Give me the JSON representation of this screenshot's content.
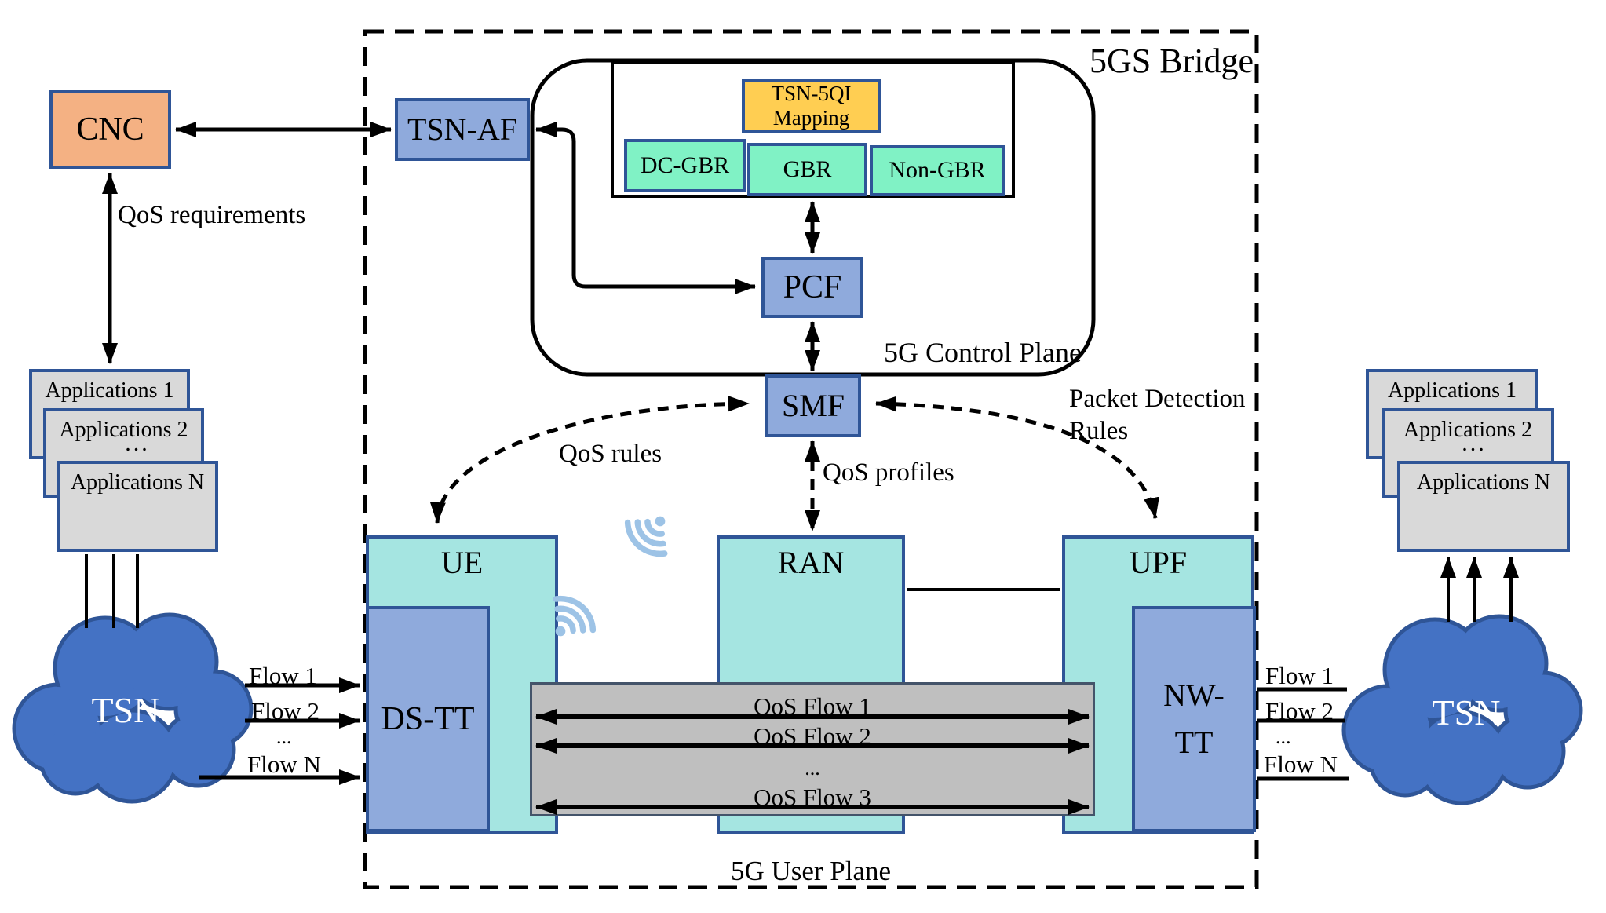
{
  "regions": {
    "bridge_label": "5GS Bridge",
    "control_plane_label": "5G Control Plane",
    "user_plane_label": "5G User Plane"
  },
  "nodes": {
    "cnc": "CNC",
    "tsn_af": "TSN-AF",
    "tsn_5qi_mapping": {
      "line1": "TSN-5QI",
      "line2": "Mapping"
    },
    "dc_gbr": "DC-GBR",
    "gbr": "GBR",
    "non_gbr": "Non-GBR",
    "pcf": "PCF",
    "smf": "SMF",
    "ue": "UE",
    "ran": "RAN",
    "upf": "UPF",
    "ds_tt": "DS-TT",
    "nw_tt": {
      "line1": "NW-",
      "line2": "TT"
    },
    "tsn_left": "TSN",
    "tsn_right": "TSN"
  },
  "annotations": {
    "qos_requirements": "QoS requirements",
    "qos_rules": "QoS rules",
    "qos_profiles": "QoS profiles",
    "packet_detection": {
      "line1": "Packet Detection",
      "line2": "Rules"
    }
  },
  "applications_left": {
    "app1": "Applications 1",
    "app2": "Applications 2",
    "ellipsis": "...",
    "appN": "Applications N"
  },
  "applications_right": {
    "app1": "Applications 1",
    "app2": "Applications 2",
    "ellipsis": "...",
    "appN": "Applications N"
  },
  "flows_left": {
    "flow1": "Flow 1",
    "flow2": "Flow 2",
    "ellipsis": "...",
    "flowN": "Flow N"
  },
  "flows_right": {
    "flow1": "Flow 1",
    "flow2": "Flow 2",
    "ellipsis": "...",
    "flowN": "Flow N"
  },
  "qos_flows": {
    "flow1": "QoS Flow 1",
    "flow2": "QoS Flow 2",
    "ellipsis": "...",
    "flow3": "QoS Flow 3"
  },
  "theme": {
    "box-blue": "#8FAADC",
    "box-teal": "#A5E5E1",
    "box-green": "#80F2C5",
    "box-yellow": "#FFCE52",
    "box-orange": "#F4B183",
    "box-gray": "#D9D9D9",
    "qos-gray": "#BFBFBF",
    "border-blue": "#2F5597",
    "qos-border": "#44546A",
    "cloud-fill": "#4472C4",
    "cloud-border": "#2F5597",
    "wifi": "#9DC3E6",
    "line": "#000000"
  }
}
